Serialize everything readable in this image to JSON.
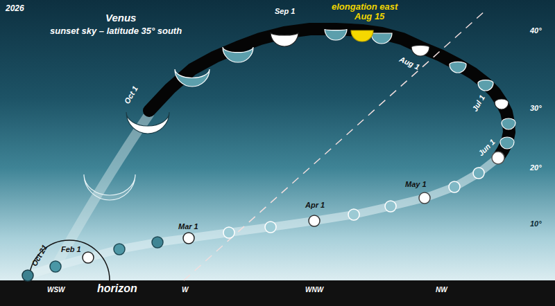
{
  "diagram": {
    "title": "Venus",
    "labels": [
      "2026",
      "sunset sky – latitude 35° south",
      "Sep 1",
      "elongation east",
      "Aug 15",
      "Aug 1",
      "Jul 1",
      "Jun 1",
      "May 1",
      "Apr 1",
      "Mar 1",
      "Feb 1",
      "Oct 1",
      "Oct 21",
      "40°",
      "30°",
      "20°",
      "10°",
      "WSW",
      "horizon",
      "W",
      "WNW",
      "NW"
    ]
  }
}
